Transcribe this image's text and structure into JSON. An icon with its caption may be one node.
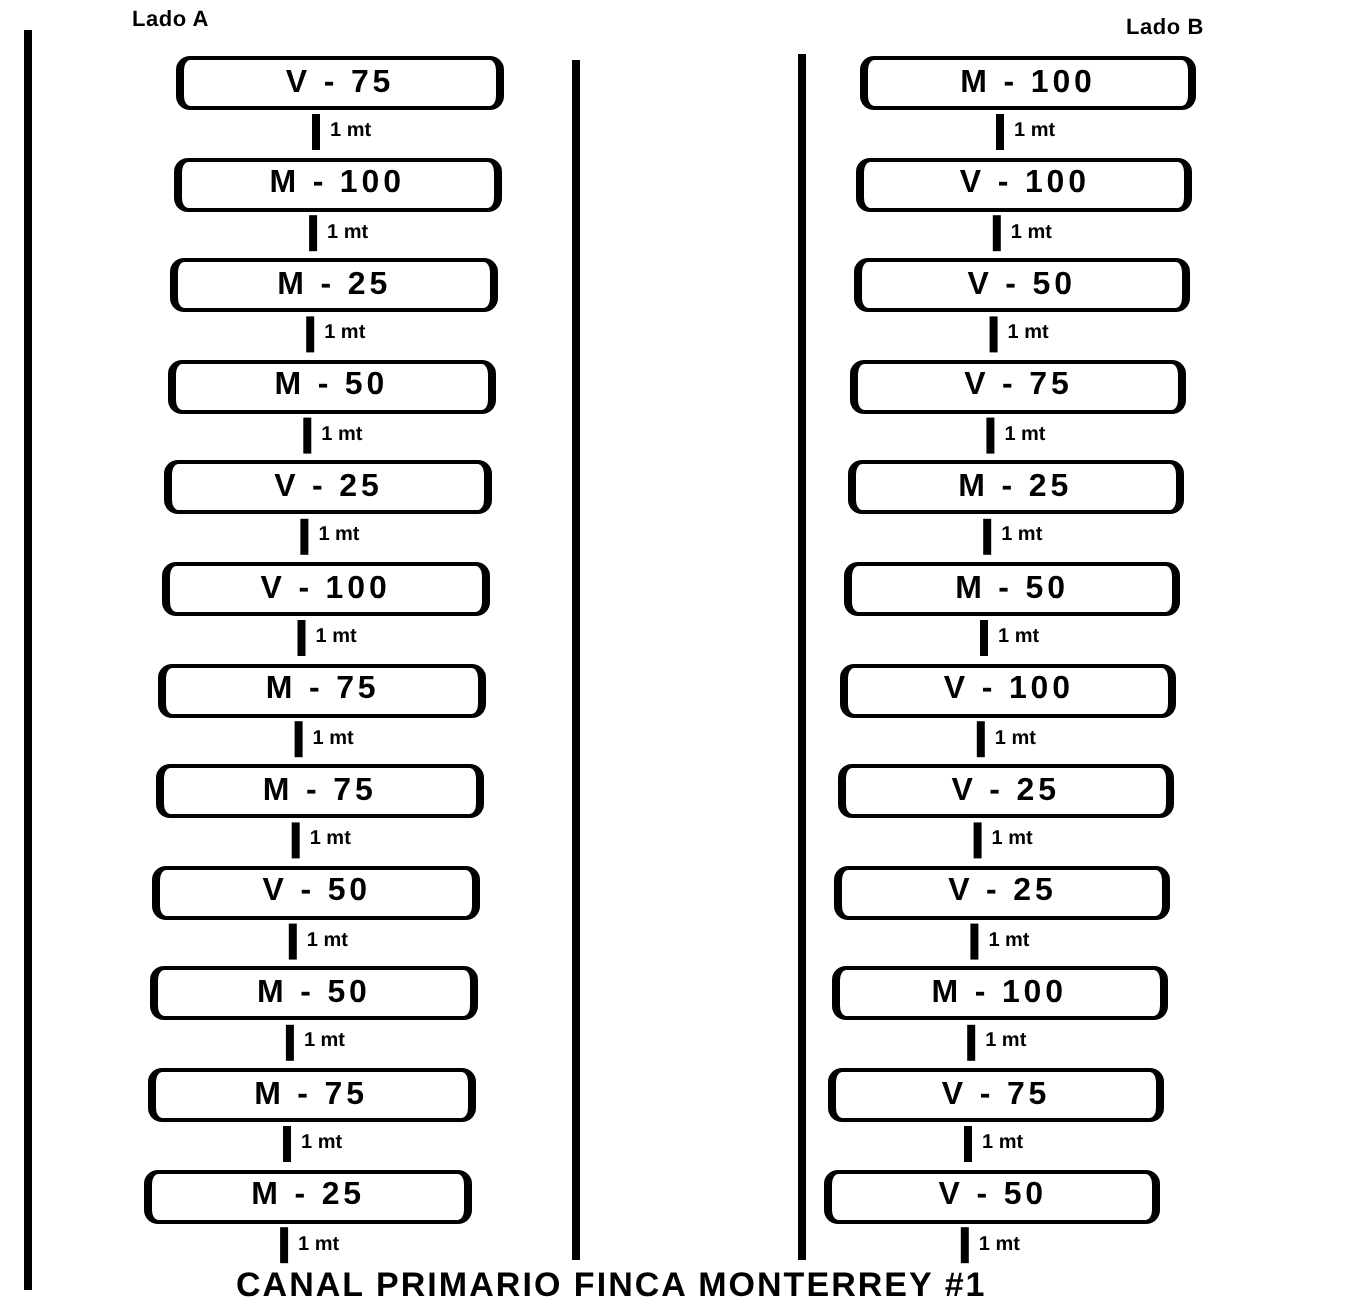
{
  "diagram": {
    "caption": "CANAL PRIMARIO FINCA MONTERREY #1",
    "nodes": [
      {
        "text": [
          "V - 75"
        ],
        "beside": [
          "1 mt"
        ]
      },
      {
        "text": [
          "M - 100"
        ],
        "beside": [
          "1 mt"
        ]
      },
      {
        "text": [
          "M - 25"
        ],
        "beside": [
          "1 mt"
        ]
      },
      {
        "text": [
          "M - 50"
        ],
        "beside": [
          "1 mt"
        ]
      },
      {
        "text": [
          "V - 25"
        ],
        "beside": [
          "1 mt"
        ]
      },
      {
        "text": [
          "V - 100"
        ],
        "beside": [
          "1 mt"
        ]
      },
      {
        "text": [
          "M - 75"
        ],
        "beside": [
          "1 mt"
        ]
      },
      {
        "text": [
          "M - 75"
        ],
        "beside": [
          "1 mt"
        ]
      },
      {
        "text": [
          "V - 50"
        ],
        "beside": [
          "1 mt"
        ]
      },
      {
        "text": [
          "M - 50"
        ],
        "beside": [
          "1 mt"
        ]
      },
      {
        "text": [
          "M - 75"
        ],
        "beside": [
          "1 mt"
        ]
      },
      {
        "text": [
          "M - 25"
        ],
        "beside": [
          "1 mt"
        ]
      },
      {
        "text": [
          "M - 100"
        ],
        "beside": [
          "1 mt"
        ]
      },
      {
        "text": [
          "V - 100"
        ],
        "beside": [
          "1 mt"
        ]
      },
      {
        "text": [
          "V - 50"
        ],
        "beside": [
          "1 mt"
        ]
      },
      {
        "text": [
          "V - 75"
        ],
        "beside": [
          "1 mt"
        ]
      },
      {
        "text": [
          "M - 25"
        ],
        "beside": [
          "1 mt"
        ]
      },
      {
        "text": [
          "M - 50"
        ],
        "beside": [
          "1 mt"
        ]
      },
      {
        "text": [
          "V - 100"
        ],
        "beside": [
          "1 mt"
        ]
      },
      {
        "text": [
          "V - 25"
        ],
        "beside": [
          "1 mt"
        ]
      },
      {
        "text": [
          "V - 25"
        ],
        "beside": [
          "1 mt"
        ]
      },
      {
        "text": [
          "M - 100"
        ],
        "beside": [
          "1 mt"
        ]
      },
      {
        "text": [
          "V - 75"
        ],
        "beside": [
          "1 mt"
        ]
      },
      {
        "text": [
          "V - 50"
        ],
        "beside": [
          "1 mt"
        ]
      }
    ],
    "labels": [
      "Lado A",
      "Lado B"
    ]
  }
}
